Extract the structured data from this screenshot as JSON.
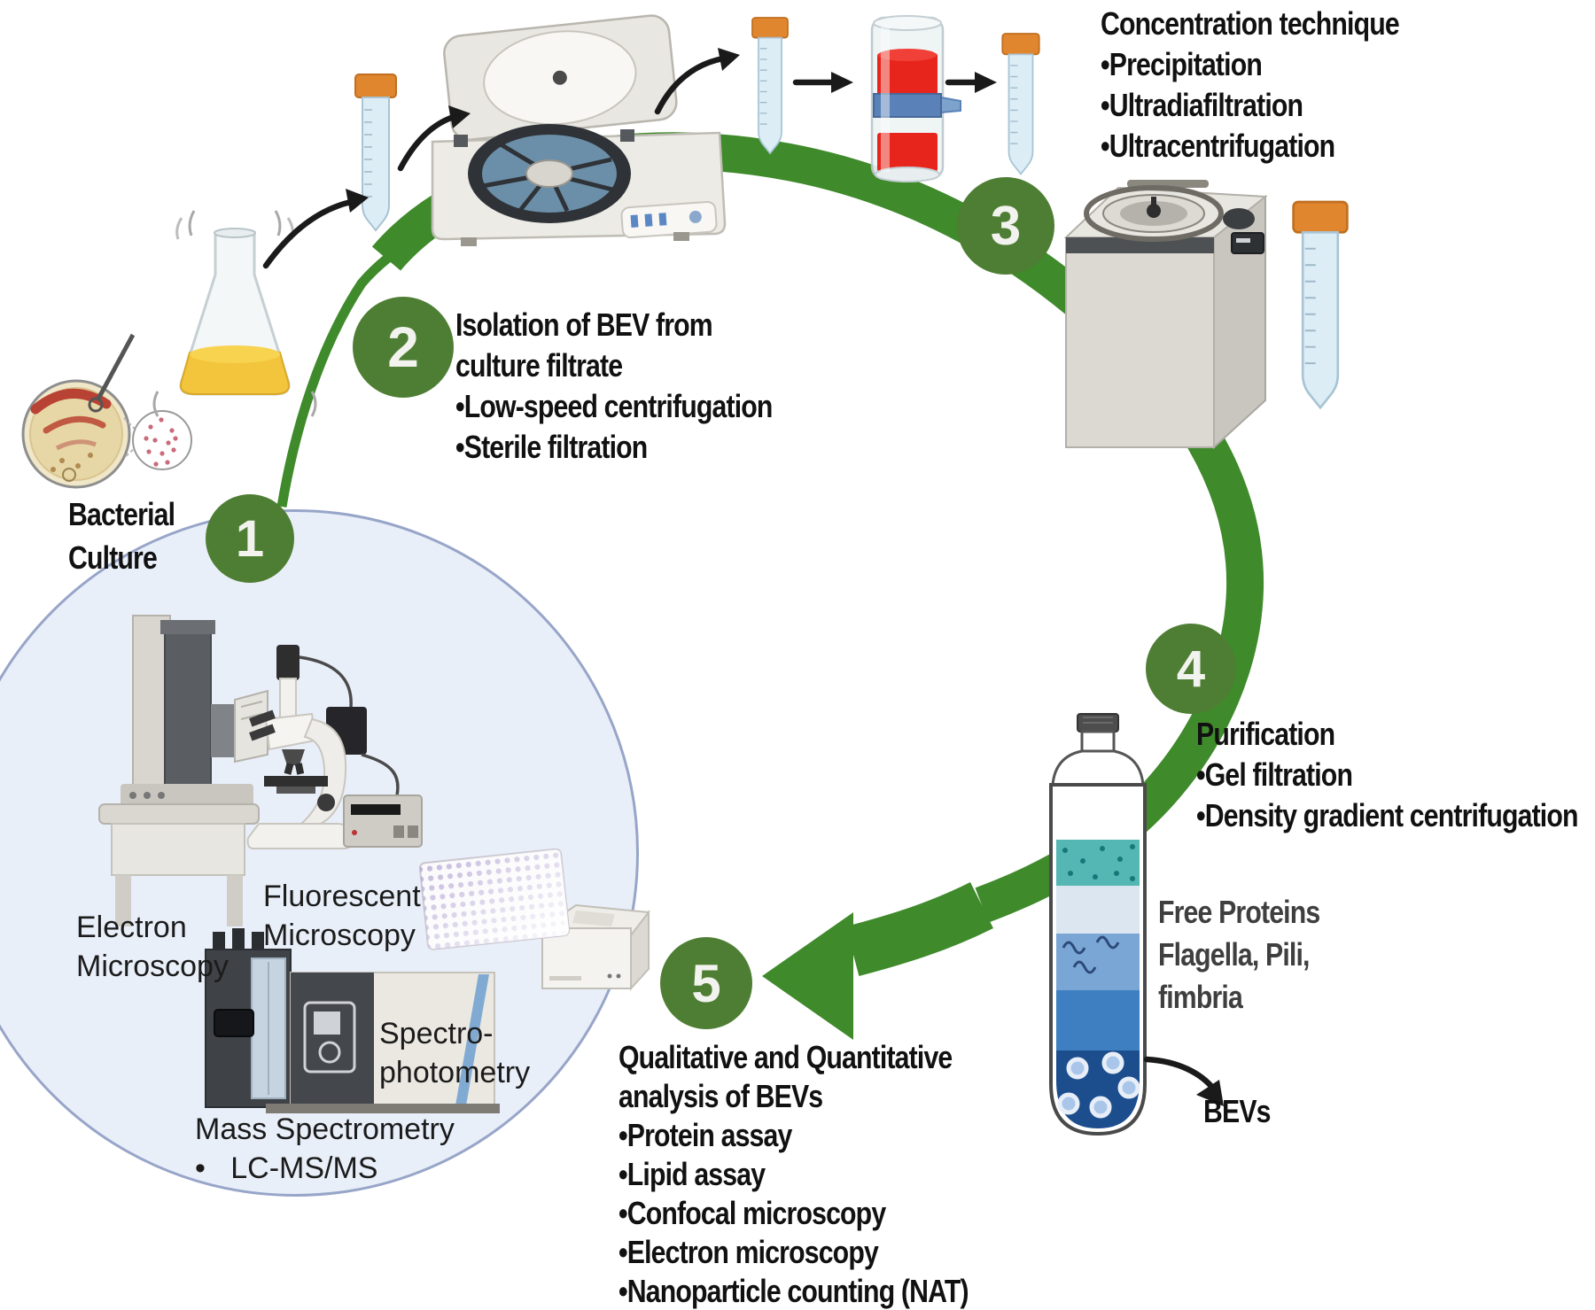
{
  "badges": {
    "b1": "1",
    "b2": "2",
    "b3": "3",
    "b4": "4",
    "b5": "5"
  },
  "step1": {
    "line1": "Bacterial",
    "line2": "Culture"
  },
  "step2": {
    "line1": "Isolation of BEV from",
    "line2": "culture filtrate",
    "bullets": [
      "•Low-speed centrifugation",
      "•Sterile filtration"
    ]
  },
  "step3": {
    "title": "Concentration technique",
    "bullets": [
      "•Precipitation",
      "•Ultradiafiltration",
      "•Ultracentrifugation"
    ]
  },
  "step4": {
    "title": "Purification",
    "bullets": [
      "•Gel filtration",
      "•Density gradient centrifugation"
    ]
  },
  "step4_labels": {
    "line1": "Free Proteins",
    "line2": "Flagella, Pili,",
    "line3": "fimbria",
    "bev": "BEVs"
  },
  "step5": {
    "line1": "Qualitative and Quantitative",
    "line2": "analysis of BEVs",
    "bullets": [
      "•Protein assay",
      "•Lipid assay",
      "•Confocal microscopy",
      "•Electron microscopy",
      "•Nanoparticle counting (NAT)"
    ]
  },
  "analysis": {
    "electron1": "Electron",
    "electron2": "Microscopy",
    "fluor1": "Fluorescent",
    "fluor2": "Microscopy",
    "spectro1": "Spectro-",
    "spectro2": "photometry",
    "mass": "Mass Spectrometry",
    "mass_bullet": "•   LC-MS/MS"
  },
  "colors": {
    "arc_green": "#3f8a2b",
    "badge_green": "#4e7e33",
    "circle_fill": "#e9eff9",
    "circle_stroke": "#97a5c8",
    "cap_orange": "#e0862f",
    "sample_red": "#e8251d",
    "navy": "#1c4e8e",
    "teal": "#54b7b4"
  }
}
